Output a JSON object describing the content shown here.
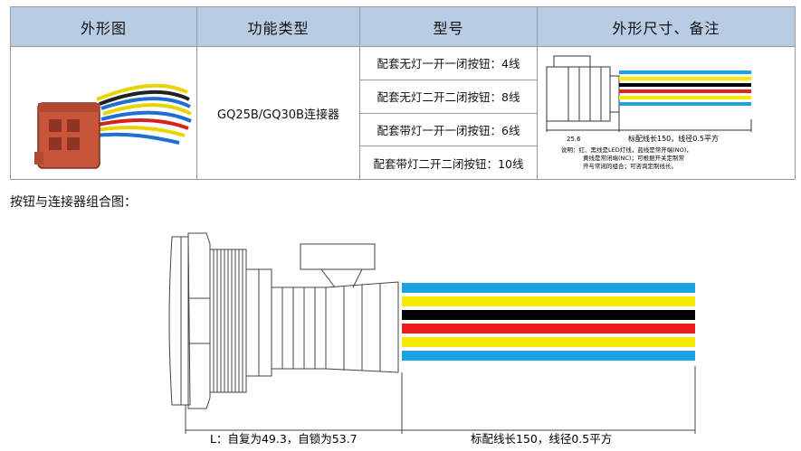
{
  "table": {
    "headers": [
      "外形图",
      "功能类型",
      "型号",
      "外形尺寸、备注"
    ],
    "function_type": "GQ25B/GQ30B连接器",
    "models": [
      "配套无灯一开一闭按钮：4线",
      "配套无灯二开二闭按钮：8线",
      "配套带灯一开一闭按钮：6线",
      "配套带灯二开二闭按钮：10线"
    ],
    "dimension_note": {
      "width": "25.6",
      "cable": "标配线长150，线径0.5平方",
      "notes": [
        "说明：红、黑线是LED灯线，蓝线是常开端(NO)，",
        "黄线是常闭端(NC)；可根据开关定制常",
        "开与常闭的组合；可咨询定制线长。"
      ]
    }
  },
  "combo": {
    "caption": "按钮与连接器组合图：",
    "dim_l": "L：自复为49.3，自锁为53.7",
    "dim_cable": "标配线长150，线径0.5平方"
  },
  "colors": {
    "header_bg": "#b8cce4",
    "connector_red": "#c8553a",
    "wire_blue": "#1aa3e0",
    "wire_yellow": "#f7ea00",
    "wire_black": "#000000",
    "wire_red": "#ee1c1c"
  }
}
